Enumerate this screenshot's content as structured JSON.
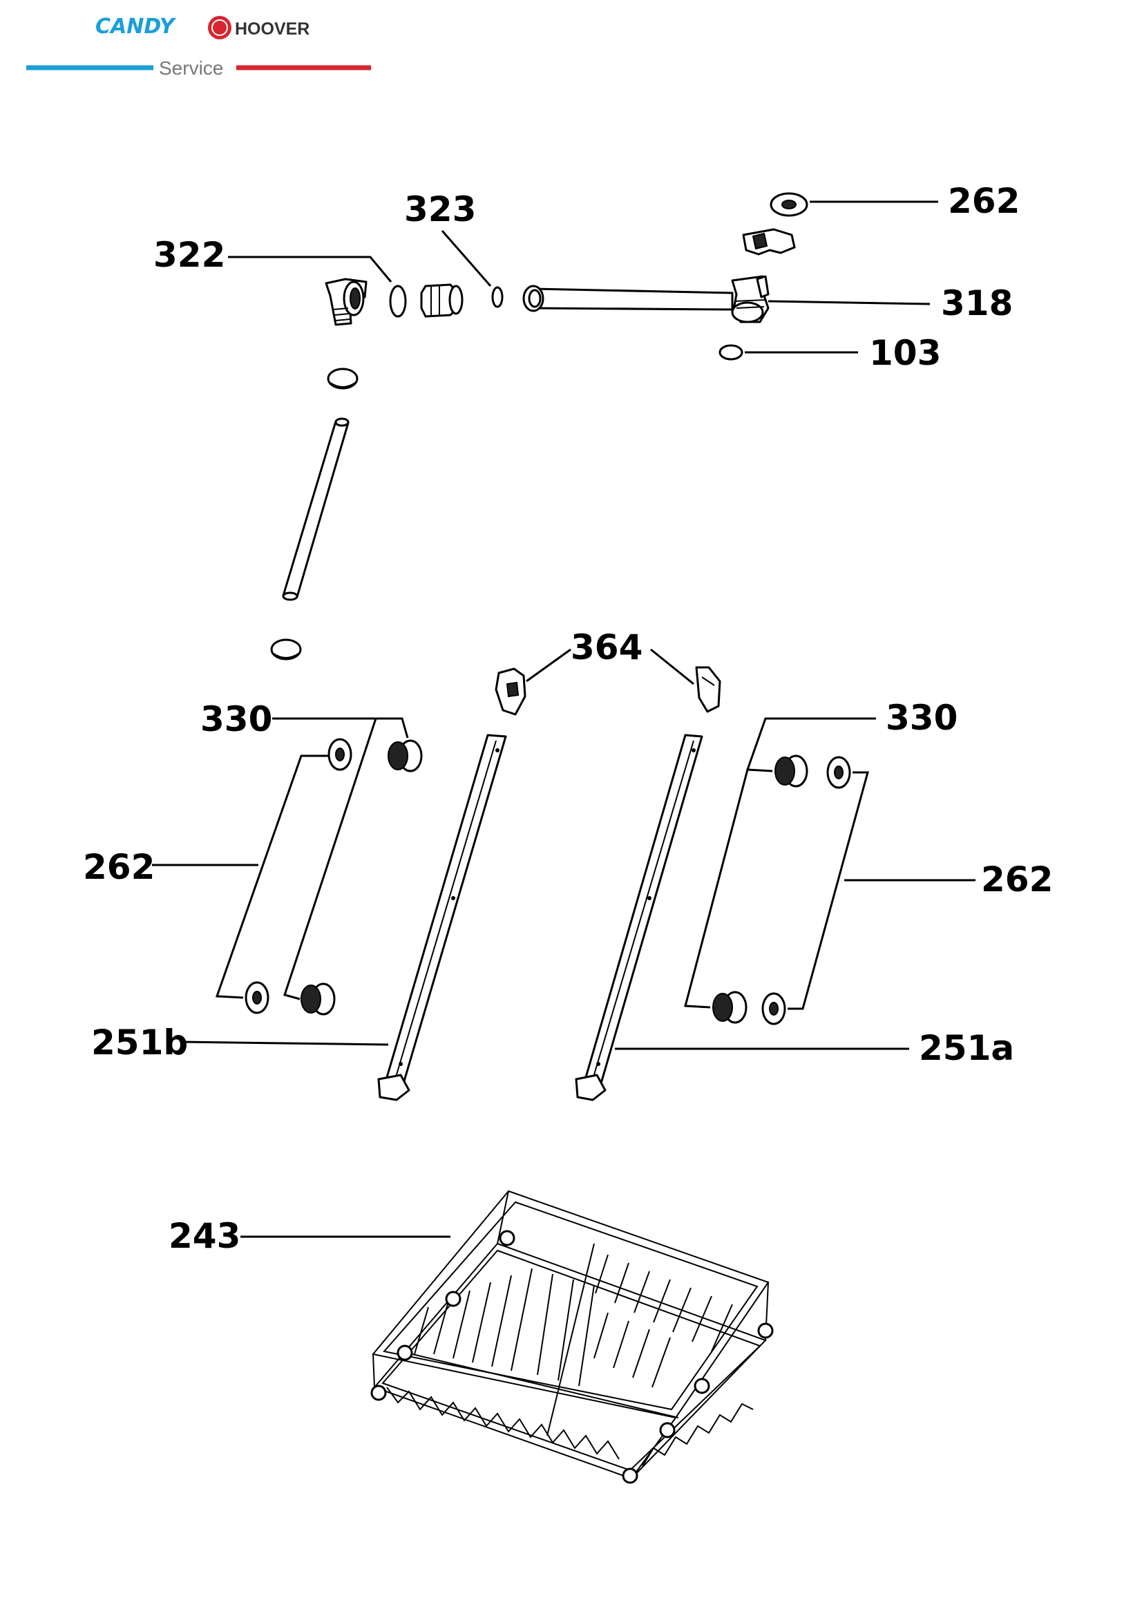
{
  "header": {
    "brand_primary": "CANDY",
    "brand_secondary": "HOOVER",
    "service_label": "Service",
    "colors": {
      "primary_blue": "#1a9fd8",
      "accent_red": "#d7262f"
    }
  },
  "callouts": {
    "c262_top": "262",
    "c323": "323",
    "c322": "322",
    "c318": "318",
    "c103": "103",
    "c364": "364",
    "c330_left": "330",
    "c330_right": "330",
    "c262_left": "262",
    "c262_right": "262",
    "c251b": "251b",
    "c251a": "251a",
    "c243": "243"
  }
}
